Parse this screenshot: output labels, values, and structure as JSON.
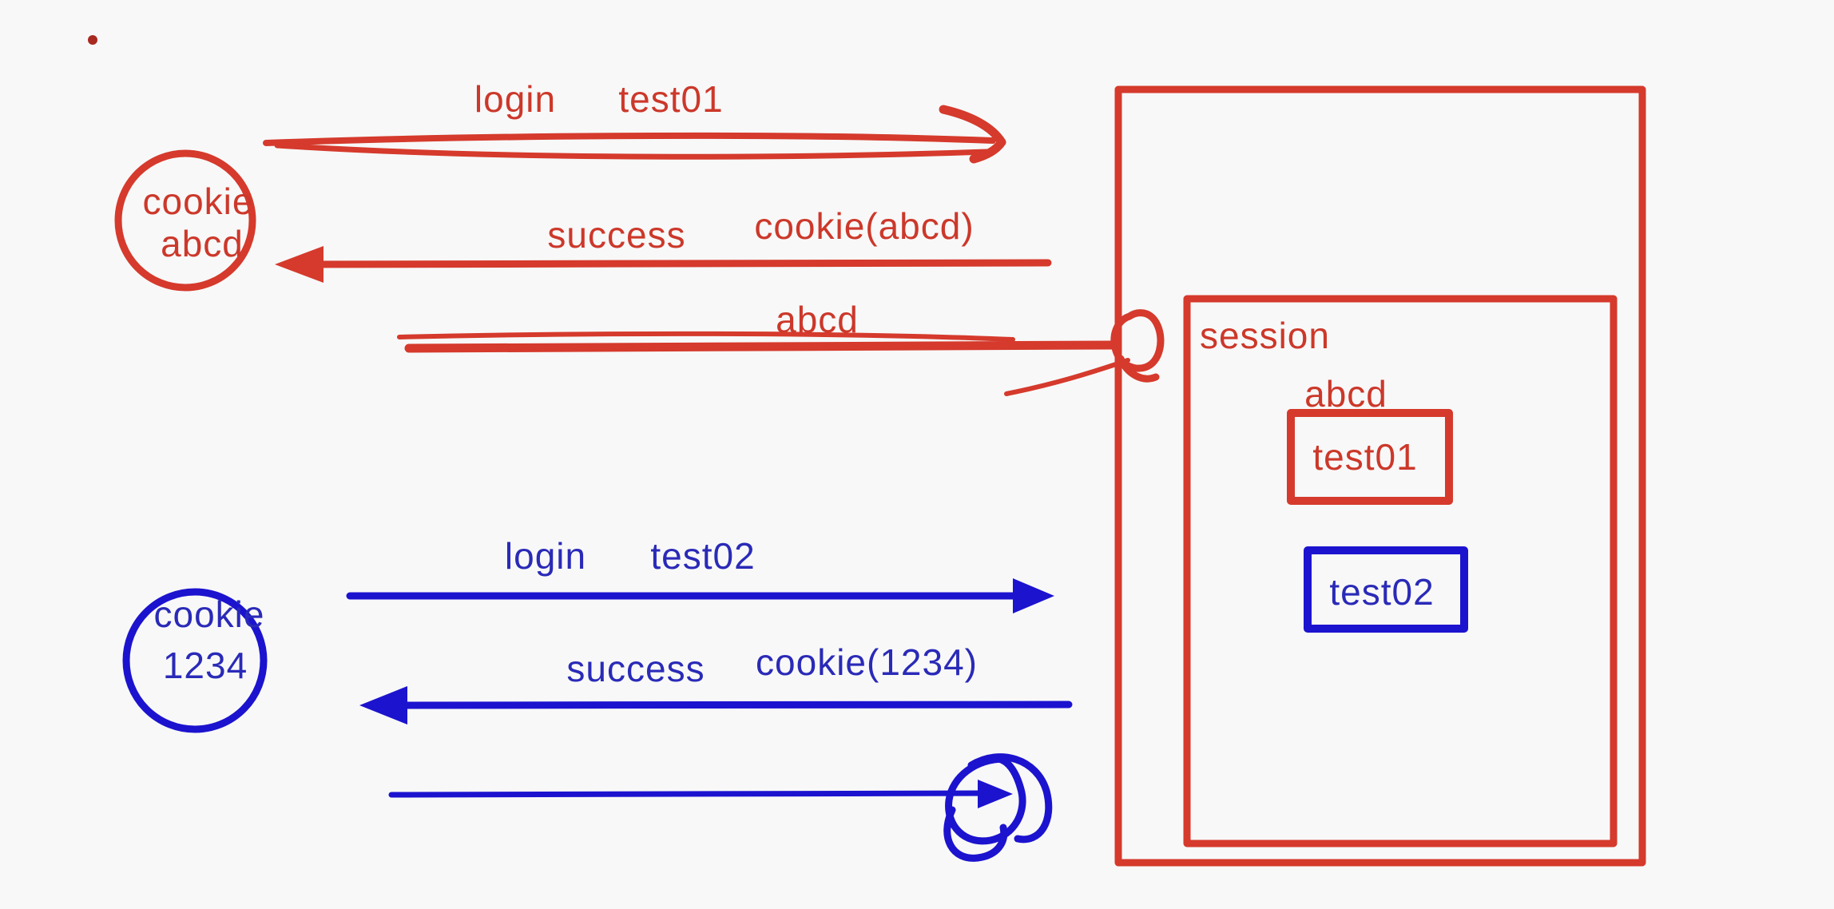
{
  "colors": {
    "background": "#f8f8f8",
    "red": "#d53a2c",
    "blue": "#1c13cf"
  },
  "red_flow": {
    "request": {
      "command": "login",
      "user": "test01"
    },
    "response": {
      "status": "success",
      "cookie": "cookie(abcd)"
    },
    "cookie_resend": "abcd",
    "client_cookie": {
      "line1": "cookie",
      "line2": "abcd"
    }
  },
  "blue_flow": {
    "request": {
      "command": "login",
      "user": "test02"
    },
    "response": {
      "status": "success",
      "cookie": "cookie(1234)"
    },
    "client_cookie": {
      "line1": "cookie",
      "line2": "1234"
    }
  },
  "server": {
    "session_label": "session",
    "session_key": "abcd",
    "entries": [
      {
        "user": "test01"
      },
      {
        "user": "test02"
      }
    ]
  }
}
